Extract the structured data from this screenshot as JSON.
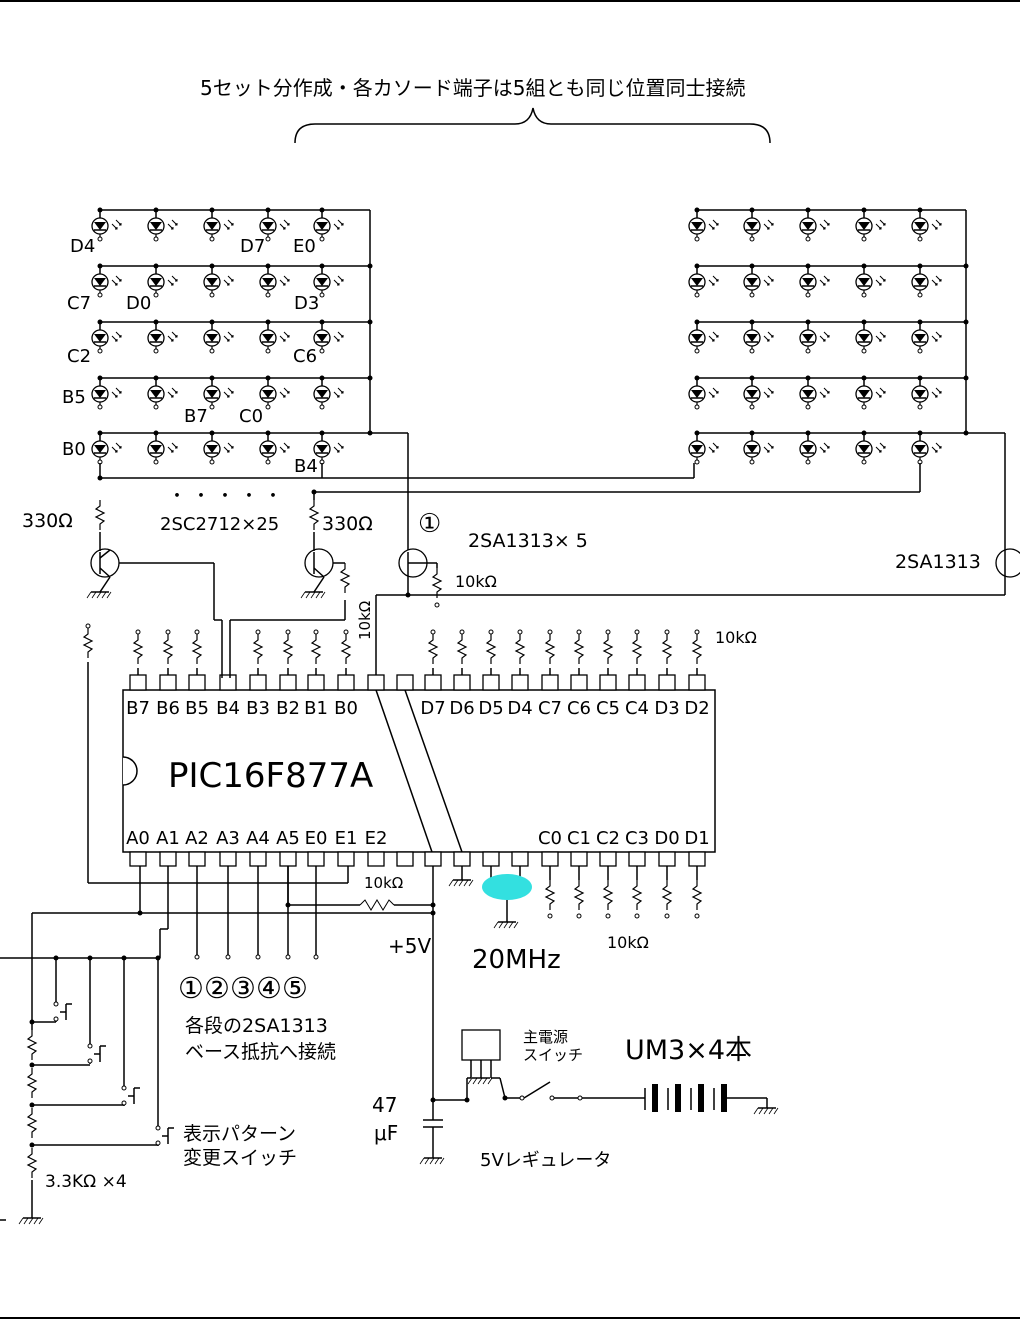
{
  "header_note": "5セット分作成・各カソード端子は5組とも同じ位置同士接続",
  "led_labels": [
    {
      "text": "D4"
    },
    {
      "text": "D7"
    },
    {
      "text": "E0"
    },
    {
      "text": "C7"
    },
    {
      "text": "D0"
    },
    {
      "text": "D3"
    },
    {
      "text": "C2"
    },
    {
      "text": "C6"
    },
    {
      "text": "B5"
    },
    {
      "text": "B7"
    },
    {
      "text": "C0"
    },
    {
      "text": "B0"
    },
    {
      "text": "B4"
    }
  ],
  "resistor_330_left": "330Ω",
  "resistor_330_right": "330Ω",
  "transistor_npn_label": "2SC2712×25",
  "ellipsis": "・・・・・",
  "circle_one": "①",
  "transistor_pnp_label": "2SA1313× 5",
  "transistor_pnp_right": "2SA1313",
  "res_10k_base": "10kΩ",
  "res_10k_vertical": "10kΩ",
  "res_10k_pullup": "10kΩ",
  "res_10k_bottom_mid": "10kΩ",
  "res_10k_bottom_right": "10kΩ",
  "chip": {
    "name": "PIC16F877A",
    "top_pins": [
      "B7",
      "B6",
      "B5",
      "B4",
      "B3",
      "B2",
      "B1",
      "B0",
      "",
      "",
      "D7",
      "D6",
      "D5",
      "D4",
      "C7",
      "C6",
      "C5",
      "C4",
      "D3",
      "D2"
    ],
    "bottom_pins": [
      "A0",
      "A1",
      "A2",
      "A3",
      "A4",
      "A5",
      "E0",
      "E1",
      "E2",
      "",
      "",
      "",
      "",
      "",
      "C0",
      "C1",
      "C2",
      "C3",
      "D0",
      "D1"
    ]
  },
  "vcc": "+5V",
  "crystal": "20MHz",
  "circled_numbers": "①②③④⑤",
  "note_base": [
    "各段の2SA1313",
    "ベース抵抗へ接続"
  ],
  "switch_label": [
    "表示パターン",
    "変更スイッチ"
  ],
  "divider_label": "3.3KΩ ×4",
  "cap_label": [
    "47",
    "μF"
  ],
  "regulator_label": "5Vレギュレータ",
  "main_switch_label": [
    "主電源",
    "スイッチ"
  ],
  "battery_label": "UM3×4本"
}
